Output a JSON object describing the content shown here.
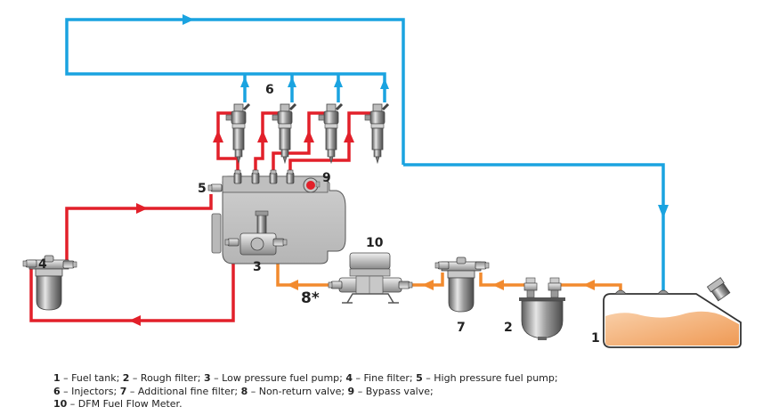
{
  "colors": {
    "return_line": "#1aa3e0",
    "high_pressure_line": "#e2202a",
    "low_pressure_line": "#f28a2e",
    "fuel": "#f4b27e",
    "metal_light": "#d8d8d8",
    "metal_dark": "#6a6a6a",
    "pump_body": "#c9c9c9"
  },
  "labels": {
    "fuel_tank": "1",
    "rough_filter": "2",
    "low_pressure_pump": "3",
    "fine_filter": "4",
    "high_pressure_pump": "5",
    "injectors": "6",
    "additional_fine_filter": "7",
    "non_return_valve": "8*",
    "bypass_valve": "9",
    "flow_meter": "10"
  },
  "legend": [
    [
      {
        "num": "1",
        "text": " – Fuel tank; "
      },
      {
        "num": "2",
        "text": " – Rough filter; "
      },
      {
        "num": "3",
        "text": " – Low pressure fuel pump; "
      },
      {
        "num": "4",
        "text": " –  Fine filter; "
      },
      {
        "num": "5",
        "text": " – High pressure fuel pump;"
      }
    ],
    [
      {
        "num": "6",
        "text": " – Injectors;  "
      },
      {
        "num": "7",
        "text": " – Additional fine filter; "
      },
      {
        "num": "8",
        "text": " – Non-return valve; "
      },
      {
        "num": "9",
        "text": " – Bypass valve;"
      }
    ],
    [
      {
        "num": "10",
        "text": " – DFM Fuel Flow Meter."
      }
    ]
  ]
}
